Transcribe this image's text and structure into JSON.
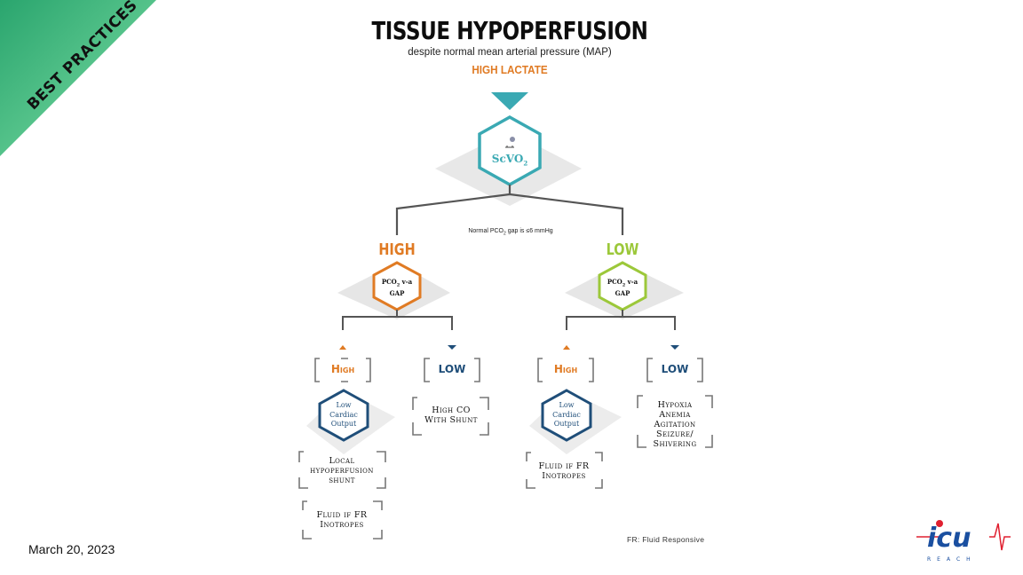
{
  "corner_ribbon": {
    "label": "BEST PRACTICES",
    "color": "#3cb87a"
  },
  "header": {
    "title": "TISSUE HYPOPERFUSION",
    "subtitle": "despite normal mean arterial pressure (MAP)",
    "highlight": "HIGH LACTATE"
  },
  "colors": {
    "teal": "#3aa9b3",
    "orange": "#e07b24",
    "green": "#9cc83a",
    "navy": "#1f4e79",
    "line": "#555555",
    "bracket": "#777777"
  },
  "root_node": {
    "label": "ScVO",
    "sub": "2"
  },
  "gap_note": {
    "text": "Normal PCO",
    "sub": "2",
    "rest": " gap is ≤6 mmHg"
  },
  "branches": {
    "high": {
      "label": "HIGH",
      "node_line1": "PCO",
      "node_sub": "2",
      "node_line1_rest": " v-a",
      "node_line2": "GAP"
    },
    "low": {
      "label": "LOW",
      "node_line1": "PCO",
      "node_sub": "2",
      "node_line1_rest": " v-a",
      "node_line2": "GAP"
    }
  },
  "left_subtree": {
    "high_label": "High",
    "low_label": "LOW",
    "hex_node": [
      "Low",
      "Cardiac",
      "Output"
    ],
    "box_local": [
      "Local",
      "hypoperfusion",
      "shunt"
    ],
    "box_fluid": [
      "Fluid if FR",
      "Inotropes"
    ],
    "box_highco": [
      "High CO",
      "With Shunt"
    ]
  },
  "right_subtree": {
    "high_label": "High",
    "low_label": "LOW",
    "hex_node": [
      "Low",
      "Cardiac",
      "Output"
    ],
    "box_fluid": [
      "Fluid if FR",
      "Inotropes"
    ],
    "box_causes": [
      "Hypoxia",
      "Anemia",
      "Agitation",
      "Seizure/",
      "Shivering"
    ]
  },
  "footer": {
    "date": "March 20, 2023",
    "fr_note": "FR: Fluid Responsive"
  },
  "logo": {
    "text": "icu",
    "sub": "REACH"
  }
}
